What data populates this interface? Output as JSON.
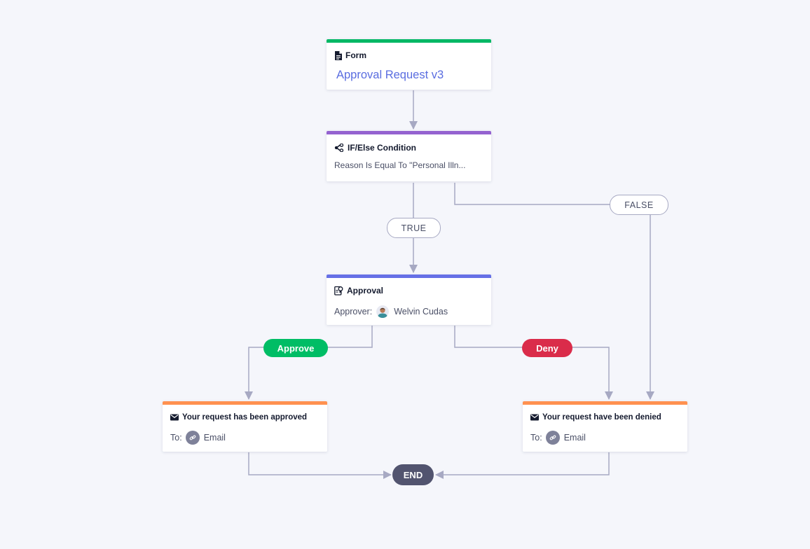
{
  "colors": {
    "canvas_background": "#f5f6fb",
    "form_accent": "#00b865",
    "condition_accent": "#9462d0",
    "approval_accent": "#6670e6",
    "email_accent": "#ff9150",
    "approve_badge": "#00bd65",
    "deny_badge": "#da2c4a",
    "connector": "#a7a9c3",
    "end_node": "#52546f",
    "form_link_text": "#5a6de0"
  },
  "form_node": {
    "type_label": "Form",
    "icon": "document-icon",
    "form_name": "Approval Request v3"
  },
  "condition_node": {
    "type_label": "IF/Else Condition",
    "icon": "branch-condition-icon",
    "condition_text": "Reason Is Equal To \"Personal Illn..."
  },
  "branches": {
    "true_label": "TRUE",
    "false_label": "FALSE"
  },
  "approval_node": {
    "type_label": "Approval",
    "icon": "approval-stamp-icon",
    "approver_label": "Approver:",
    "approver_name": "Welvin Cudas"
  },
  "outcomes": {
    "approve_label": "Approve",
    "deny_label": "Deny"
  },
  "email_approved": {
    "title": "Your request has been approved",
    "icon": "envelope-icon",
    "to_label": "To:",
    "recipient": "Email"
  },
  "email_denied": {
    "title": "Your request have been denied",
    "icon": "envelope-icon",
    "to_label": "To:",
    "recipient": "Email"
  },
  "end_node": {
    "label": "END"
  }
}
